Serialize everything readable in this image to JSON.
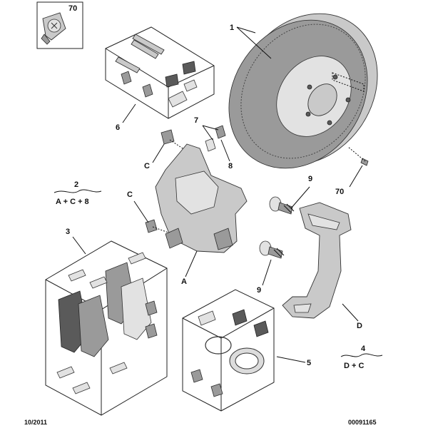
{
  "labels": {
    "ref_70_box": "70",
    "ref_1": "1",
    "ref_6": "6",
    "ref_7": "7",
    "ref_8": "8",
    "ref_c_upper": "C",
    "ref_c_lower": "C",
    "ref_2": "2",
    "ref_2_sub": "A + C + 8",
    "ref_9_upper": "9",
    "ref_9_lower": "9",
    "ref_70_side": "70",
    "ref_3": "3",
    "ref_a": "A",
    "ref_d": "D",
    "ref_4": "4",
    "ref_4_sub": "D + C",
    "ref_5": "5"
  },
  "footer": {
    "date": "10/2011",
    "code": "00091165"
  }
}
